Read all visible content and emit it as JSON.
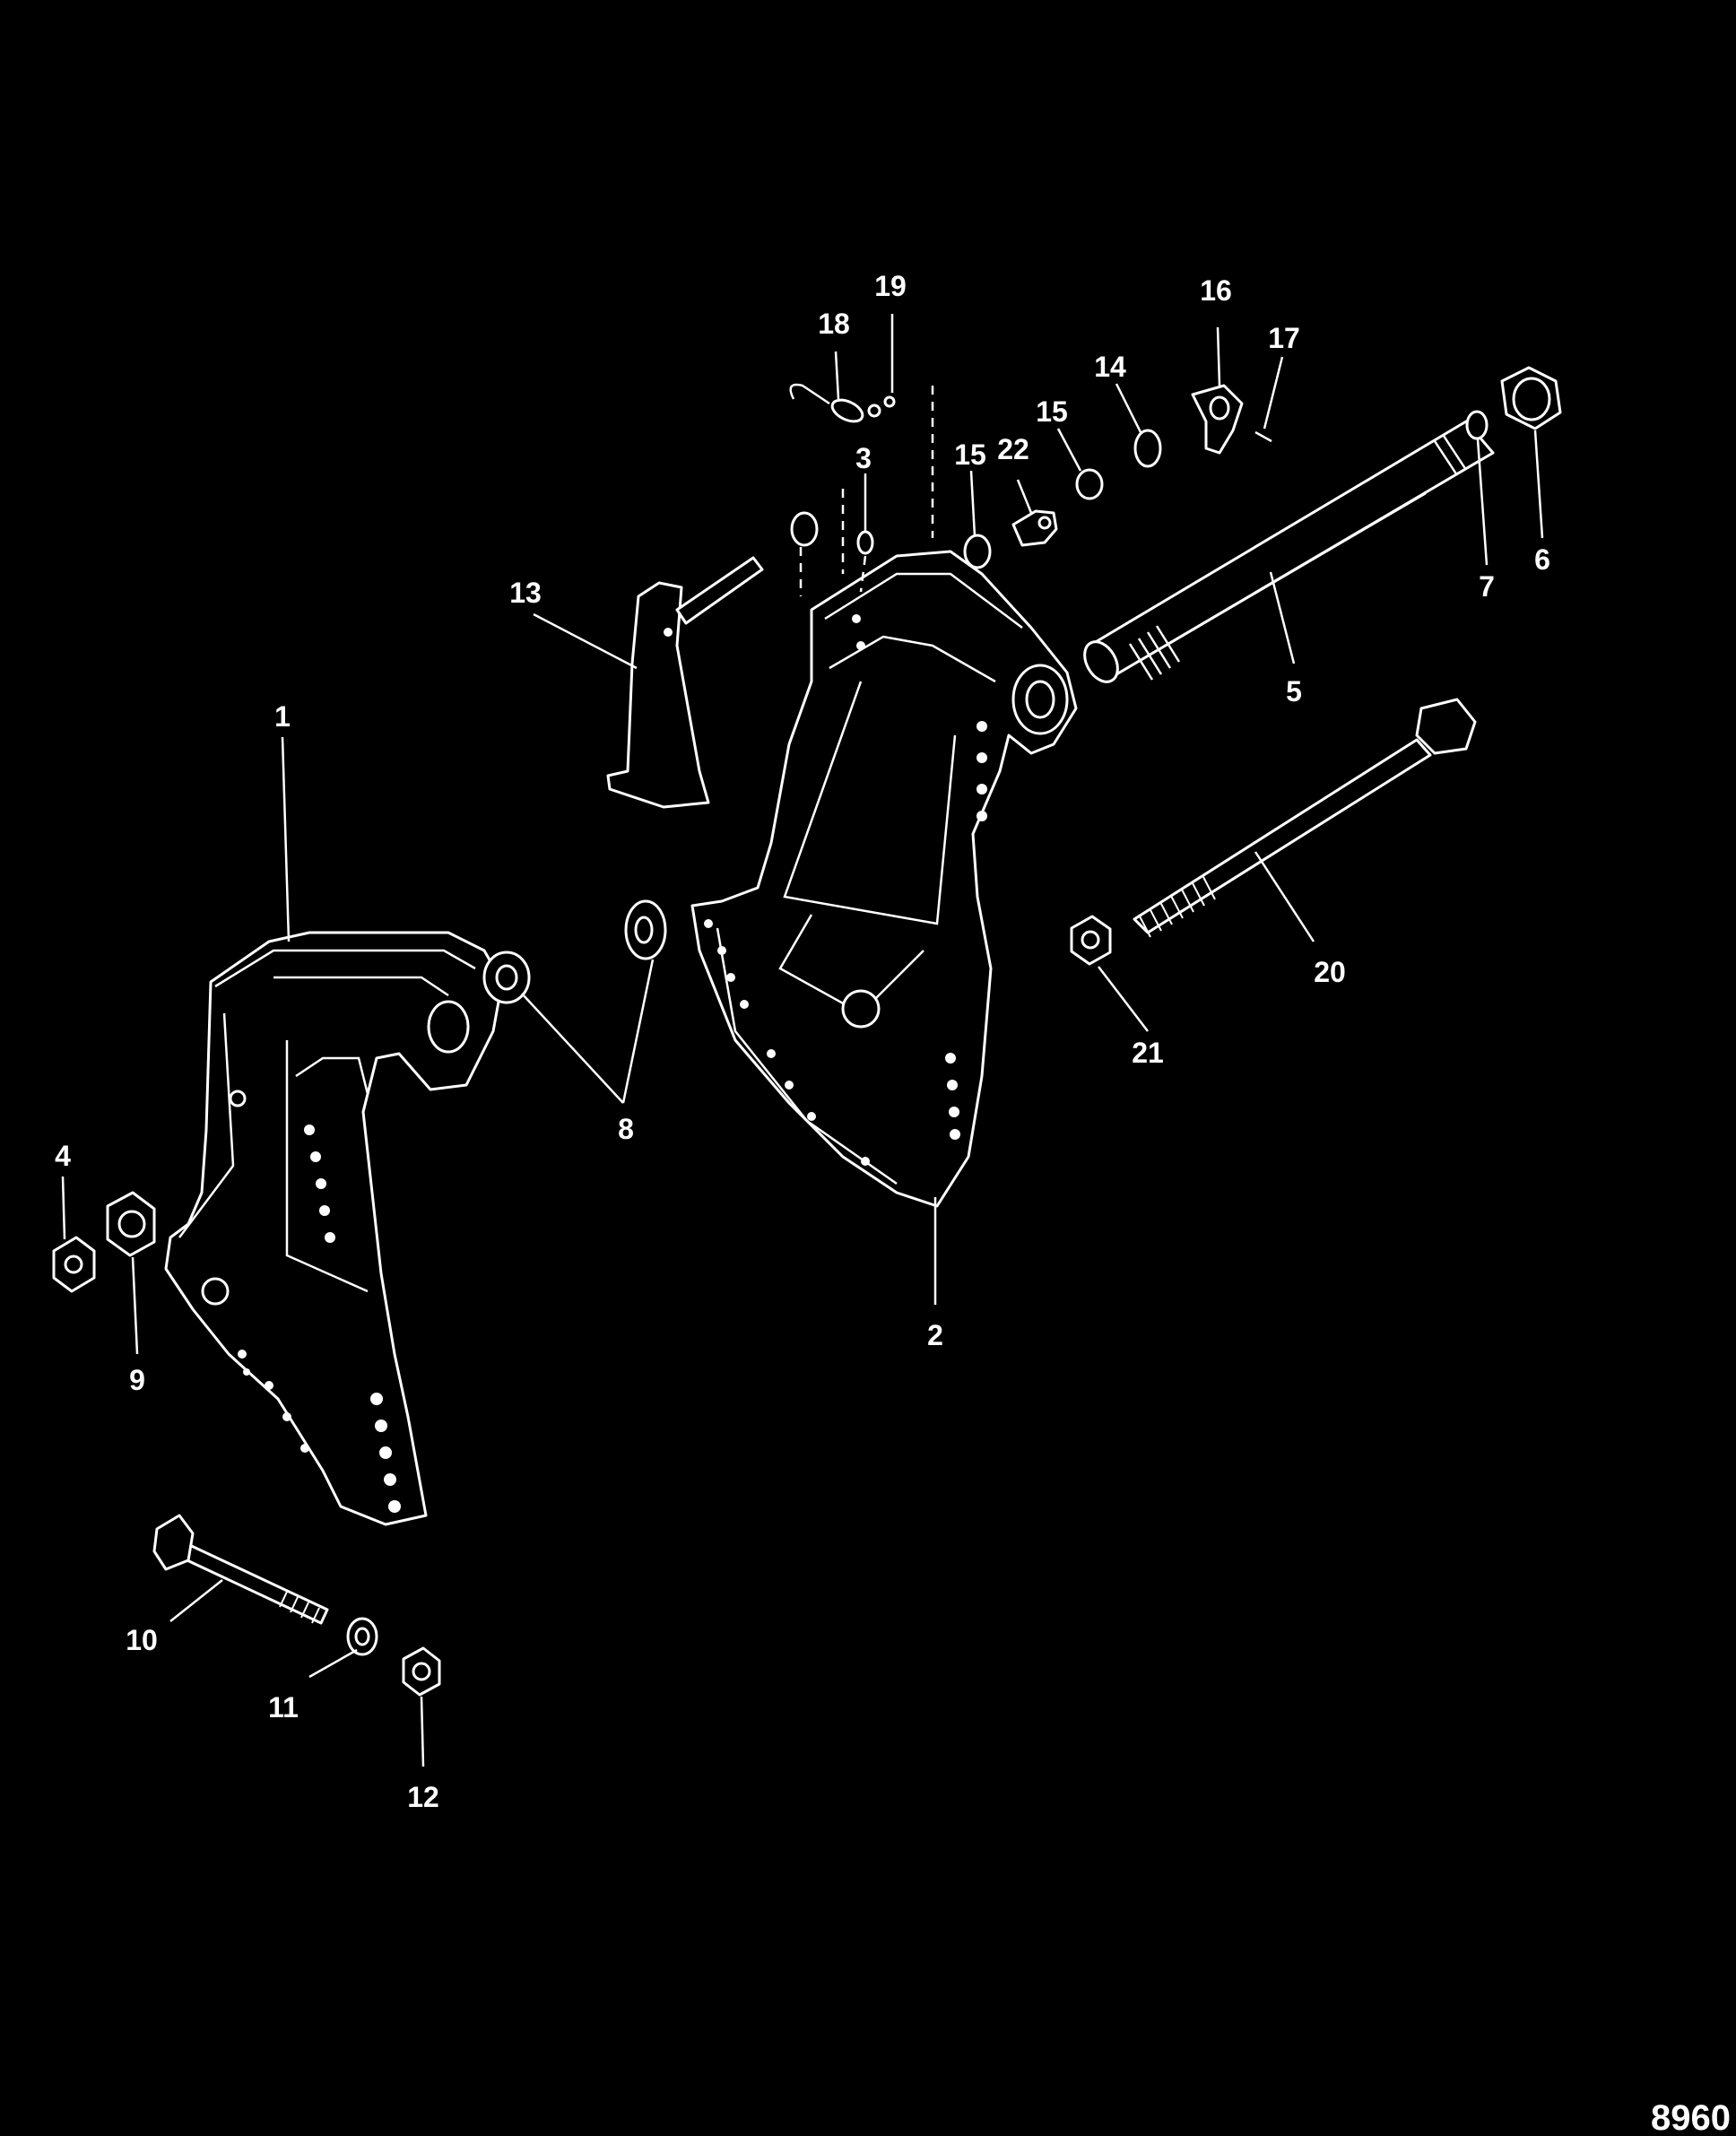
{
  "callouts": {
    "c1": "1",
    "c2": "2",
    "c3": "3",
    "c4": "4",
    "c5": "5",
    "c6": "6",
    "c7": "7",
    "c8": "8",
    "c9": "9",
    "c10": "10",
    "c11": "11",
    "c12": "12",
    "c13": "13",
    "c14": "14",
    "c15a": "15",
    "c15b": "15",
    "c16": "16",
    "c17": "17",
    "c18": "18",
    "c19": "19",
    "c20": "20",
    "c21": "21",
    "c22": "22"
  },
  "figure_id": "8960",
  "colors": {
    "background": "#000000",
    "line": "#ffffff"
  }
}
